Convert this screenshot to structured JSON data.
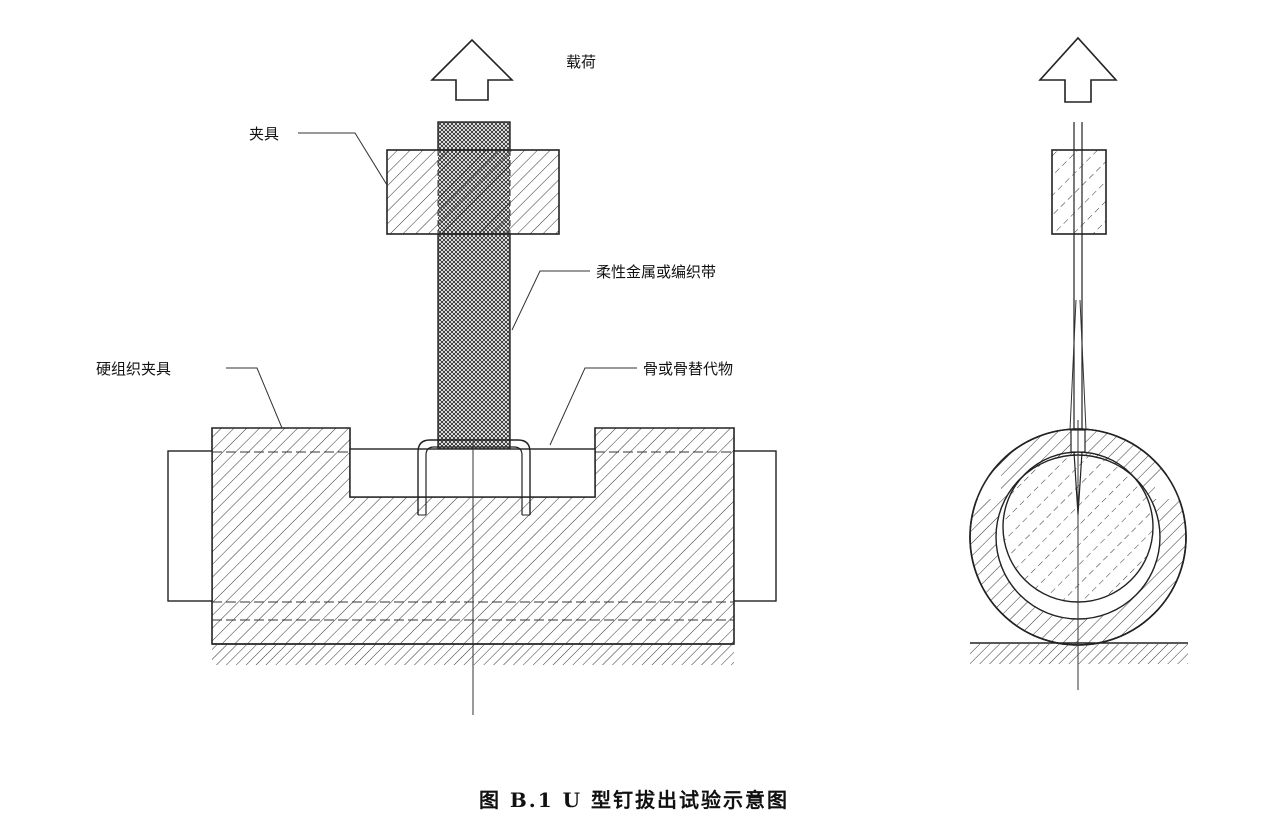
{
  "labels": {
    "load": "载荷",
    "clamp": "夹具",
    "flexible_band": "柔性金属或编织带",
    "hard_tissue_clamp": "硬组织夹具",
    "bone": "骨或骨替代物"
  },
  "caption": "图 B.1   U 型钉拔出试验示意图",
  "colors": {
    "line": "#222222",
    "background": "#ffffff"
  }
}
